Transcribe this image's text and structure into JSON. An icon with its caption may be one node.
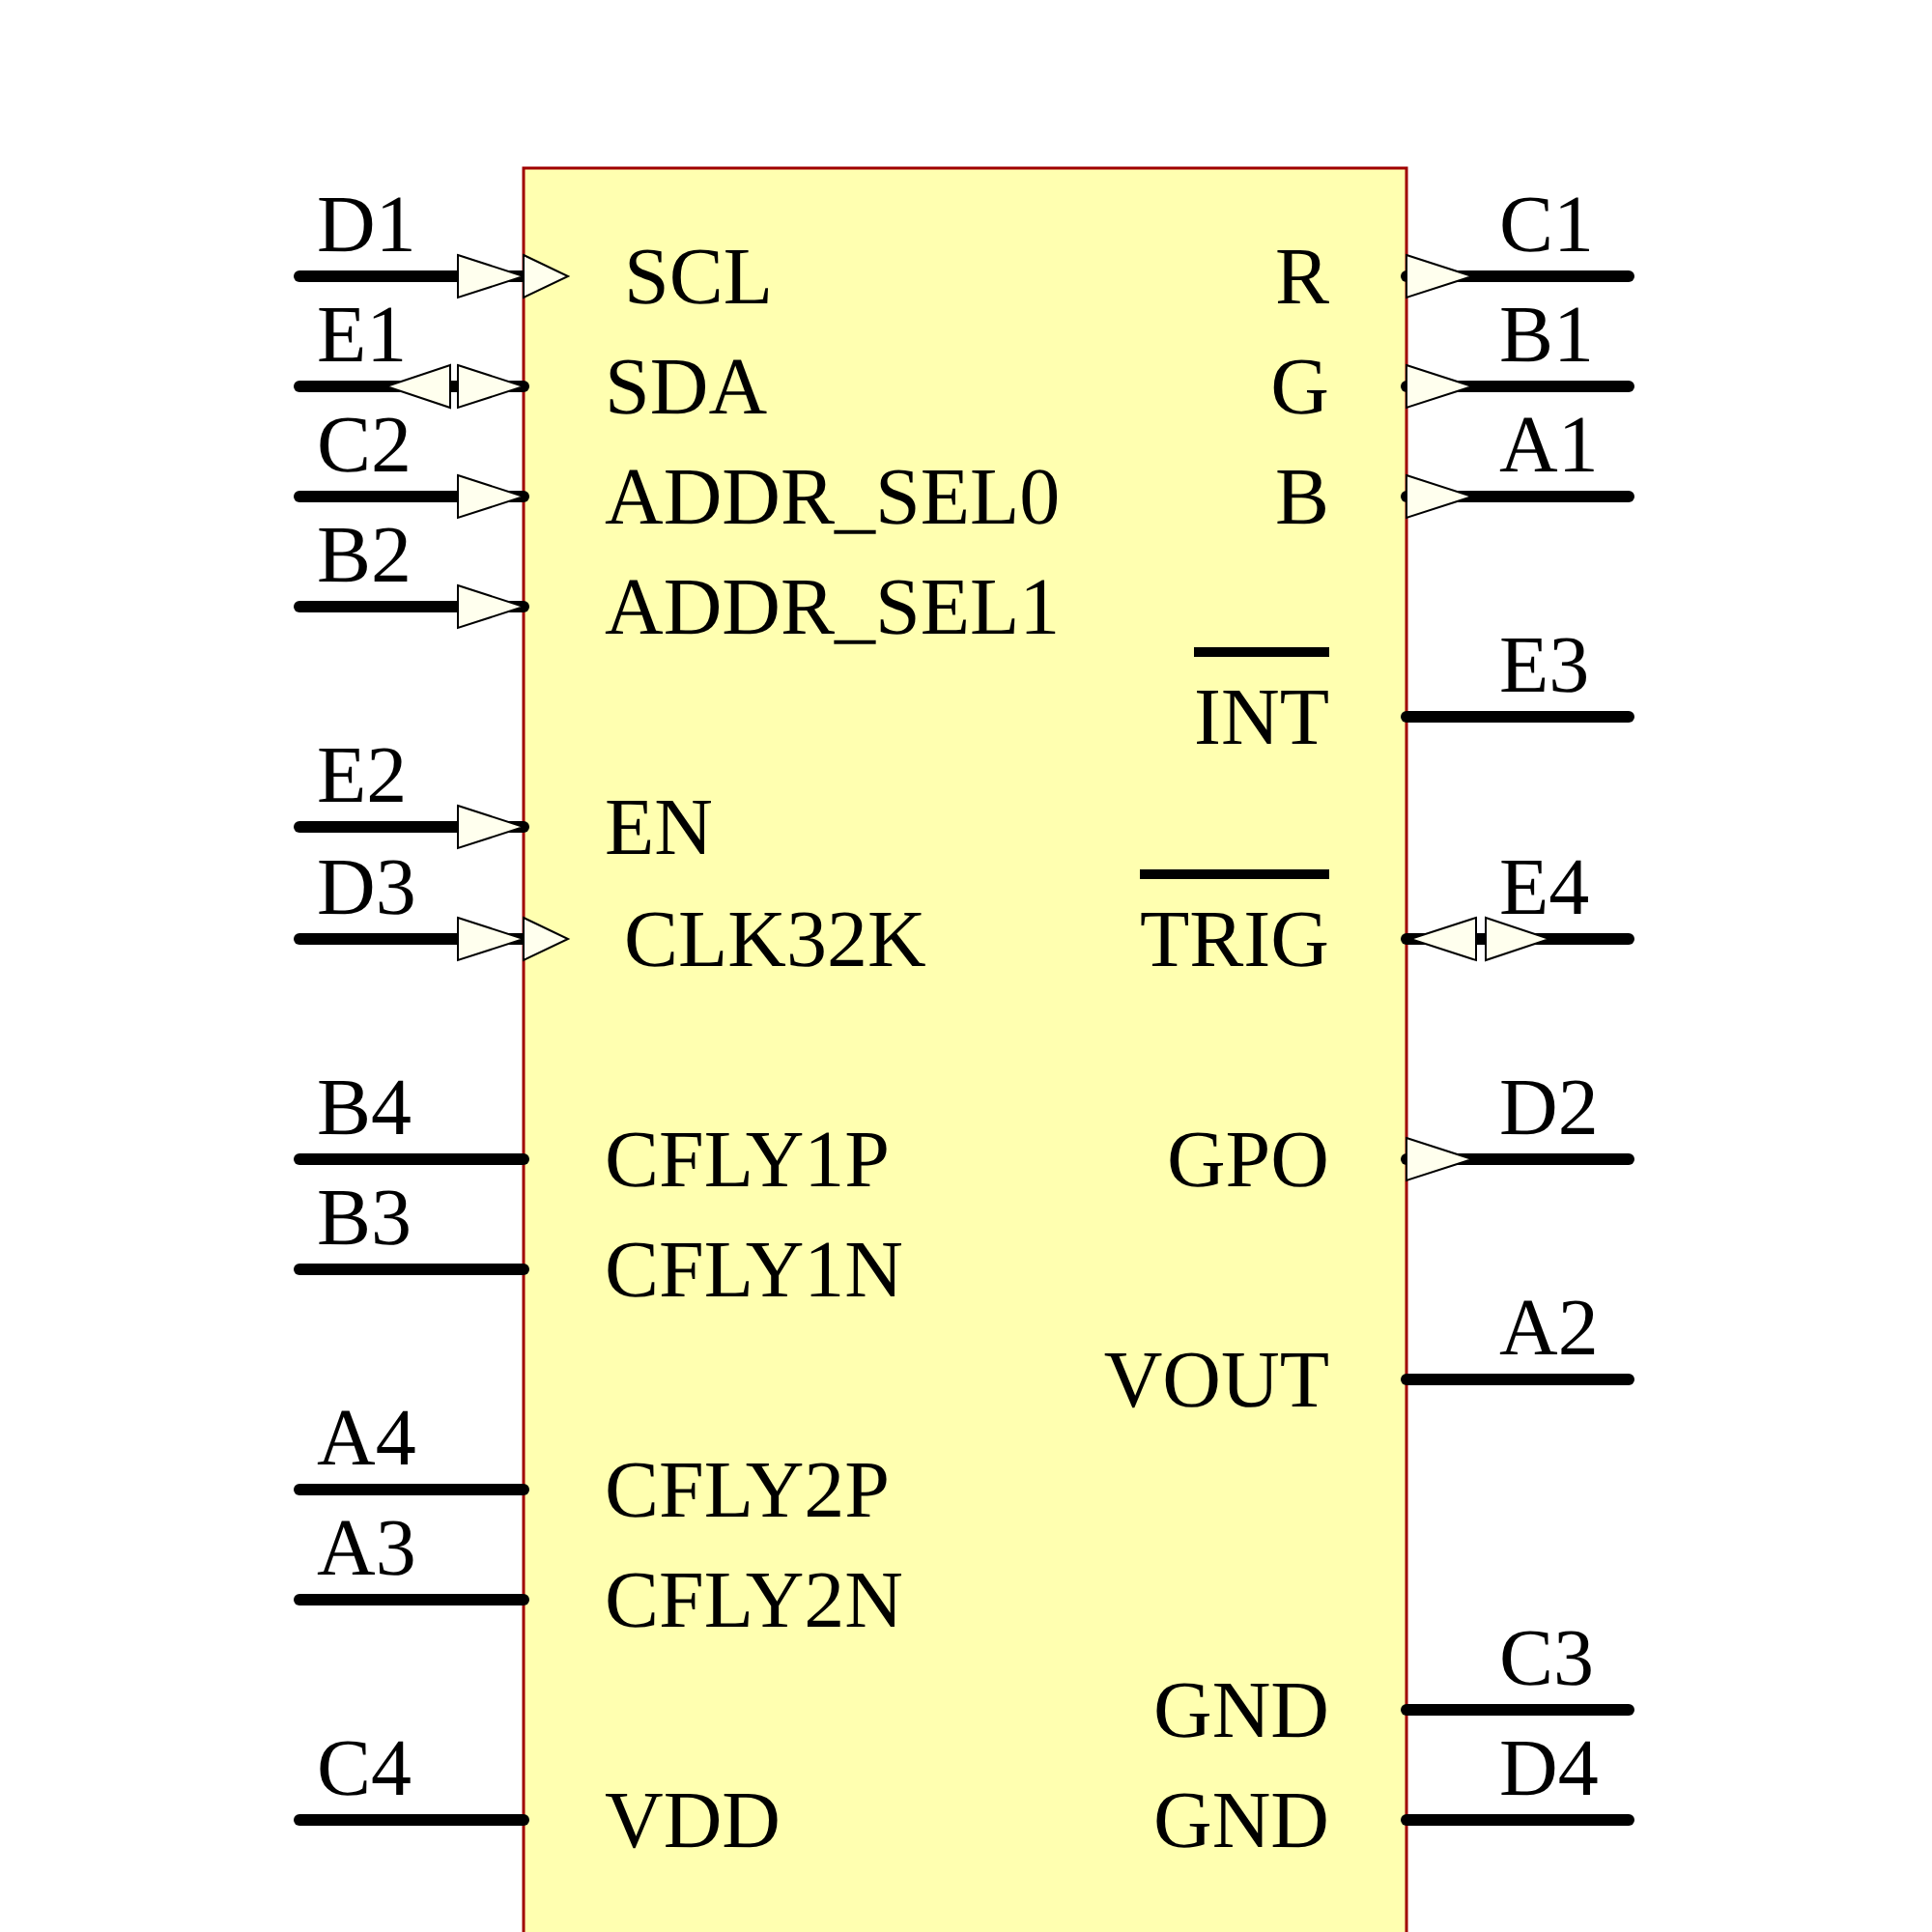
{
  "diagram": {
    "labels": [
      "D1",
      "SCL",
      "E1",
      "SDA",
      "C2",
      "ADDR_SEL0",
      "B2",
      "ADDR_SEL1",
      "E2",
      "EN",
      "D3",
      "CLK32K",
      "B4",
      "CFLY1P",
      "B3",
      "CFLY1N",
      "A4",
      "CFLY2P",
      "A3",
      "CFLY2N",
      "C4",
      "VDD",
      "R",
      "C1",
      "G",
      "B1",
      "B",
      "A1",
      "INT",
      "E3",
      "TRIG",
      "E4",
      "GPO",
      "D2",
      "VOUT",
      "A2",
      "GND",
      "C3",
      "GND",
      "D4"
    ]
  }
}
